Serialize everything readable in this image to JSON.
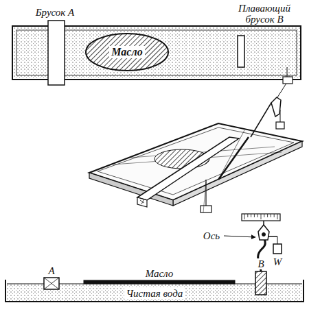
{
  "diagram": {
    "nodes": [
      {
        "text": [
          "Масло"
        ]
      }
    ],
    "labels": [
      "Брусок А",
      "Плавающий брусок В",
      "Масло",
      "Ось",
      "W",
      "A",
      "B",
      "Чистая вода"
    ]
  }
}
